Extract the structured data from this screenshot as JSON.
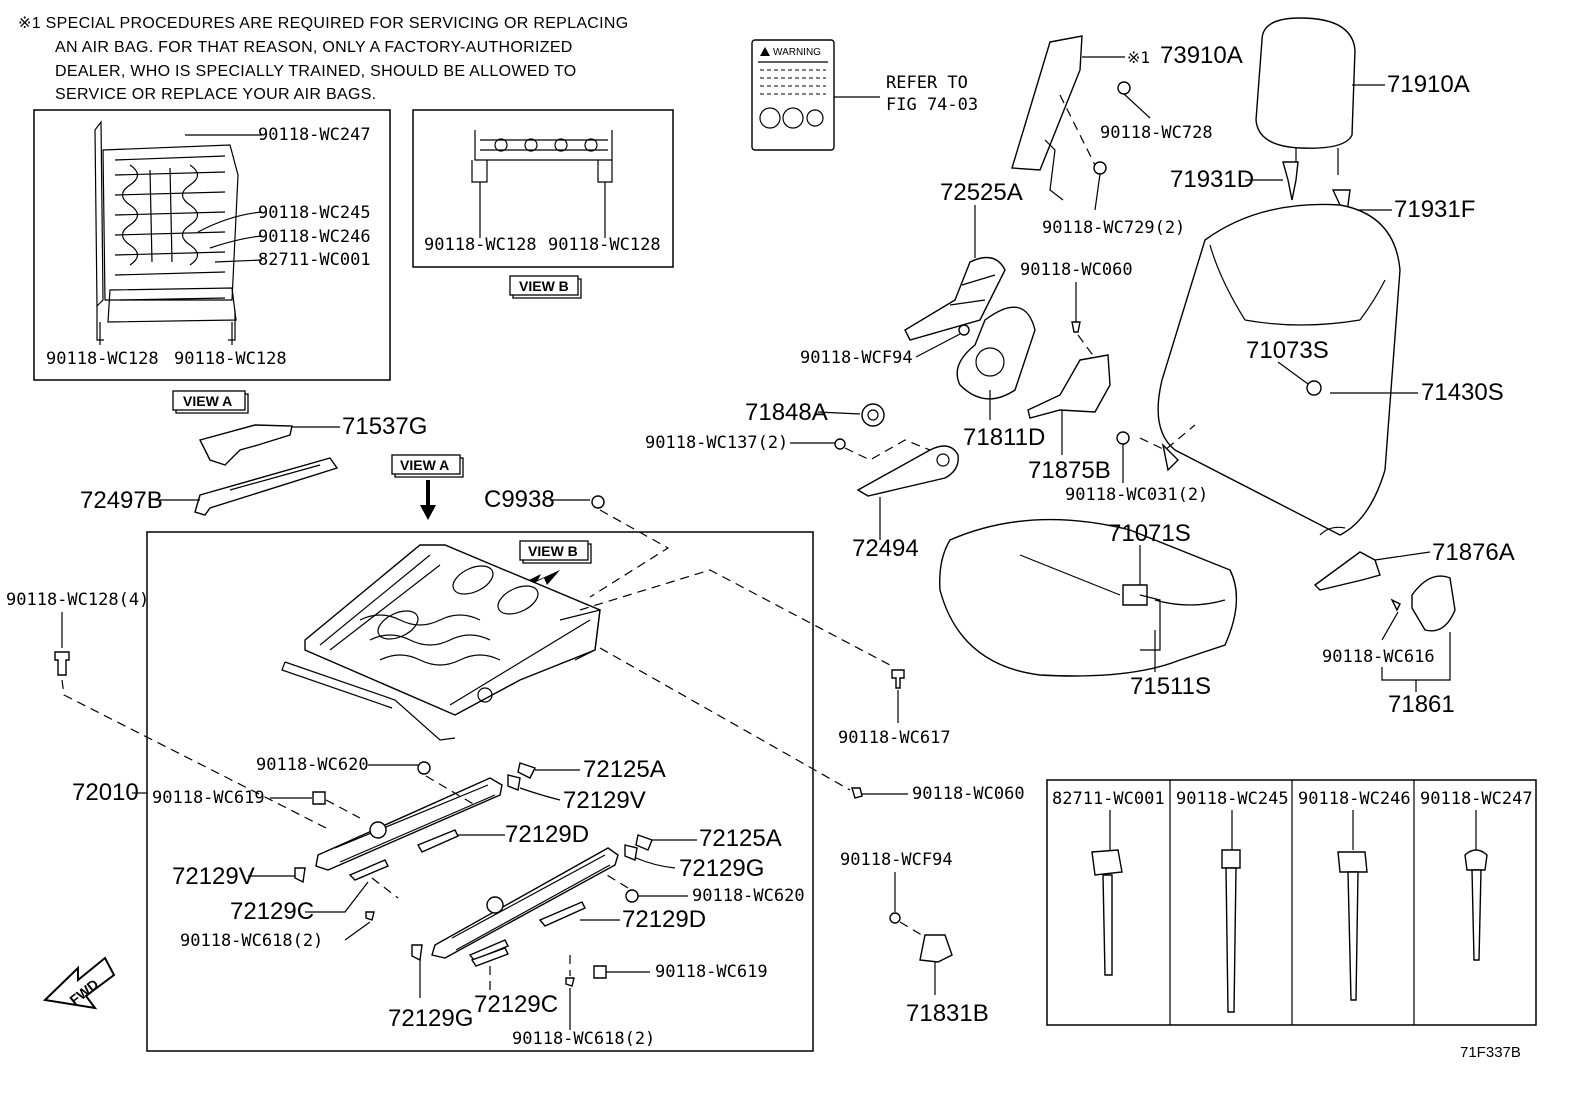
{
  "notes": {
    "line1": "※1 SPECIAL PROCEDURES ARE REQUIRED FOR SERVICING OR REPLACING",
    "line2": "AN AIR BAG. FOR THAT REASON, ONLY A FACTORY-AUTHORIZED",
    "line3": "DEALER, WHO IS SPECIALLY TRAINED, SHOULD BE ALLOWED TO",
    "line4": "SERVICE OR REPLACE YOUR AIR BAGS."
  },
  "view_labels": {
    "view_a_caption": "VIEW A",
    "view_b_caption": "VIEW B",
    "view_a_arrow": "VIEW A",
    "view_b_arrow": "VIEW B"
  },
  "warning": {
    "label": "WARNING",
    "refer_line1": "REFER TO",
    "refer_line2": "FIG 74-03"
  },
  "view_a_parts": {
    "p1": "90118-WC247",
    "p2": "90118-WC245",
    "p3": "90118-WC246",
    "p4": "82711-WC001",
    "p5": "90118-WC128",
    "p6": "90118-WC128"
  },
  "view_b_parts": {
    "p1": "90118-WC128",
    "p2": "90118-WC128"
  },
  "parts": {
    "p73910a_mark": "※1",
    "p73910a": "73910A",
    "p71910a": "71910A",
    "p90118wc728": "90118-WC728",
    "p71931d": "71931D",
    "p71931f": "71931F",
    "p72525a": "72525A",
    "p90118wc729": "90118-WC729(2)",
    "p90118wc060a": "90118-WC060",
    "p90118wcf94a": "90118-WCF94",
    "p71073s": "71073S",
    "p71430s": "71430S",
    "p71848a": "71848A",
    "p90118wc137": "90118-WC137(2)",
    "p71811d": "71811D",
    "p71875b": "71875B",
    "p90118wc031": "90118-WC031(2)",
    "p71537g": "71537G",
    "p72497b": "72497B",
    "pc9938": "C9938",
    "p72494": "72494",
    "p71071s": "71071S",
    "p71876a": "71876A",
    "p90118wc128_4": "90118-WC128(4)",
    "p90118wc617": "90118-WC617",
    "p71511s": "71511S",
    "p90118wc616": "90118-WC616",
    "p71861": "71861",
    "p90118wc620a": "90118-WC620",
    "p72125a_1": "72125A",
    "p72010": "72010",
    "p90118wc619a": "90118-WC619",
    "p72129v_1": "72129V",
    "p90118wc060b": "90118-WC060",
    "p72129d_1": "72129D",
    "p72125a_2": "72125A",
    "p72129v_2": "72129V",
    "p72129g_1": "72129G",
    "p90118wcf94b": "90118-WCF94",
    "p90118wc620b": "90118-WC620",
    "p72129c_1": "72129C",
    "p72129d_2": "72129D",
    "p90118wc618a": "90118-WC618(2)",
    "p90118wc619b": "90118-WC619",
    "p72129c_2": "72129C",
    "p72129g_2": "72129G",
    "p90118wc618b": "90118-WC618(2)",
    "p71831b": "71831B"
  },
  "clip_table": {
    "h1": "82711-WC001",
    "h2": "90118-WC245",
    "h3": "90118-WC246",
    "h4": "90118-WC247"
  },
  "fwd": "FWD",
  "diagram_code": "71F337B"
}
